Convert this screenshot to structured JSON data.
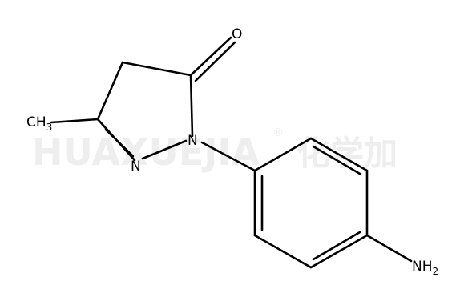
{
  "watermark": {
    "latin": "HUAXUEJIA",
    "registered": "®",
    "cjk": "化学加"
  },
  "atoms": {
    "oxygen": "O",
    "ring_nitrogen_imine": "N",
    "ring_nitrogen_amide": "N",
    "methyl_main": "CH",
    "methyl_sub": "3",
    "amine_main": "NH",
    "amine_sub": "2"
  }
}
